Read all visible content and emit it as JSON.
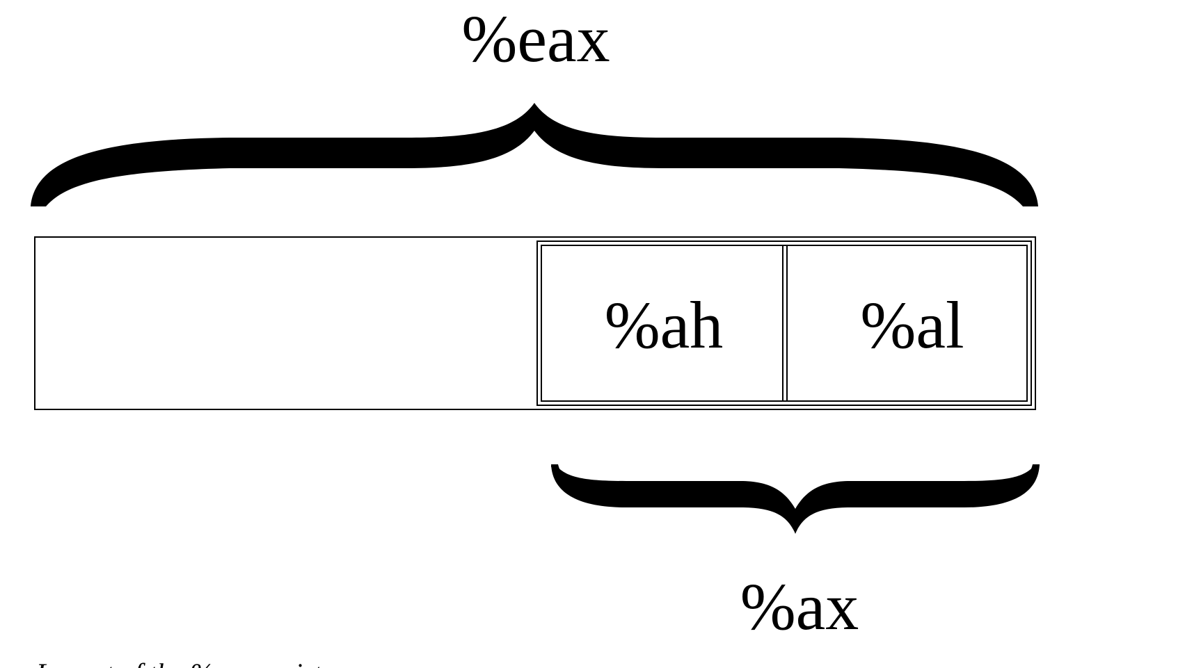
{
  "diagram": {
    "labels": {
      "eax": "%eax",
      "ah": "%ah",
      "al": "%al",
      "ax": "%ax"
    },
    "caption": "Layout of the %eax register"
  },
  "colors": {
    "foreground": "#000000",
    "background": "#ffffff"
  }
}
